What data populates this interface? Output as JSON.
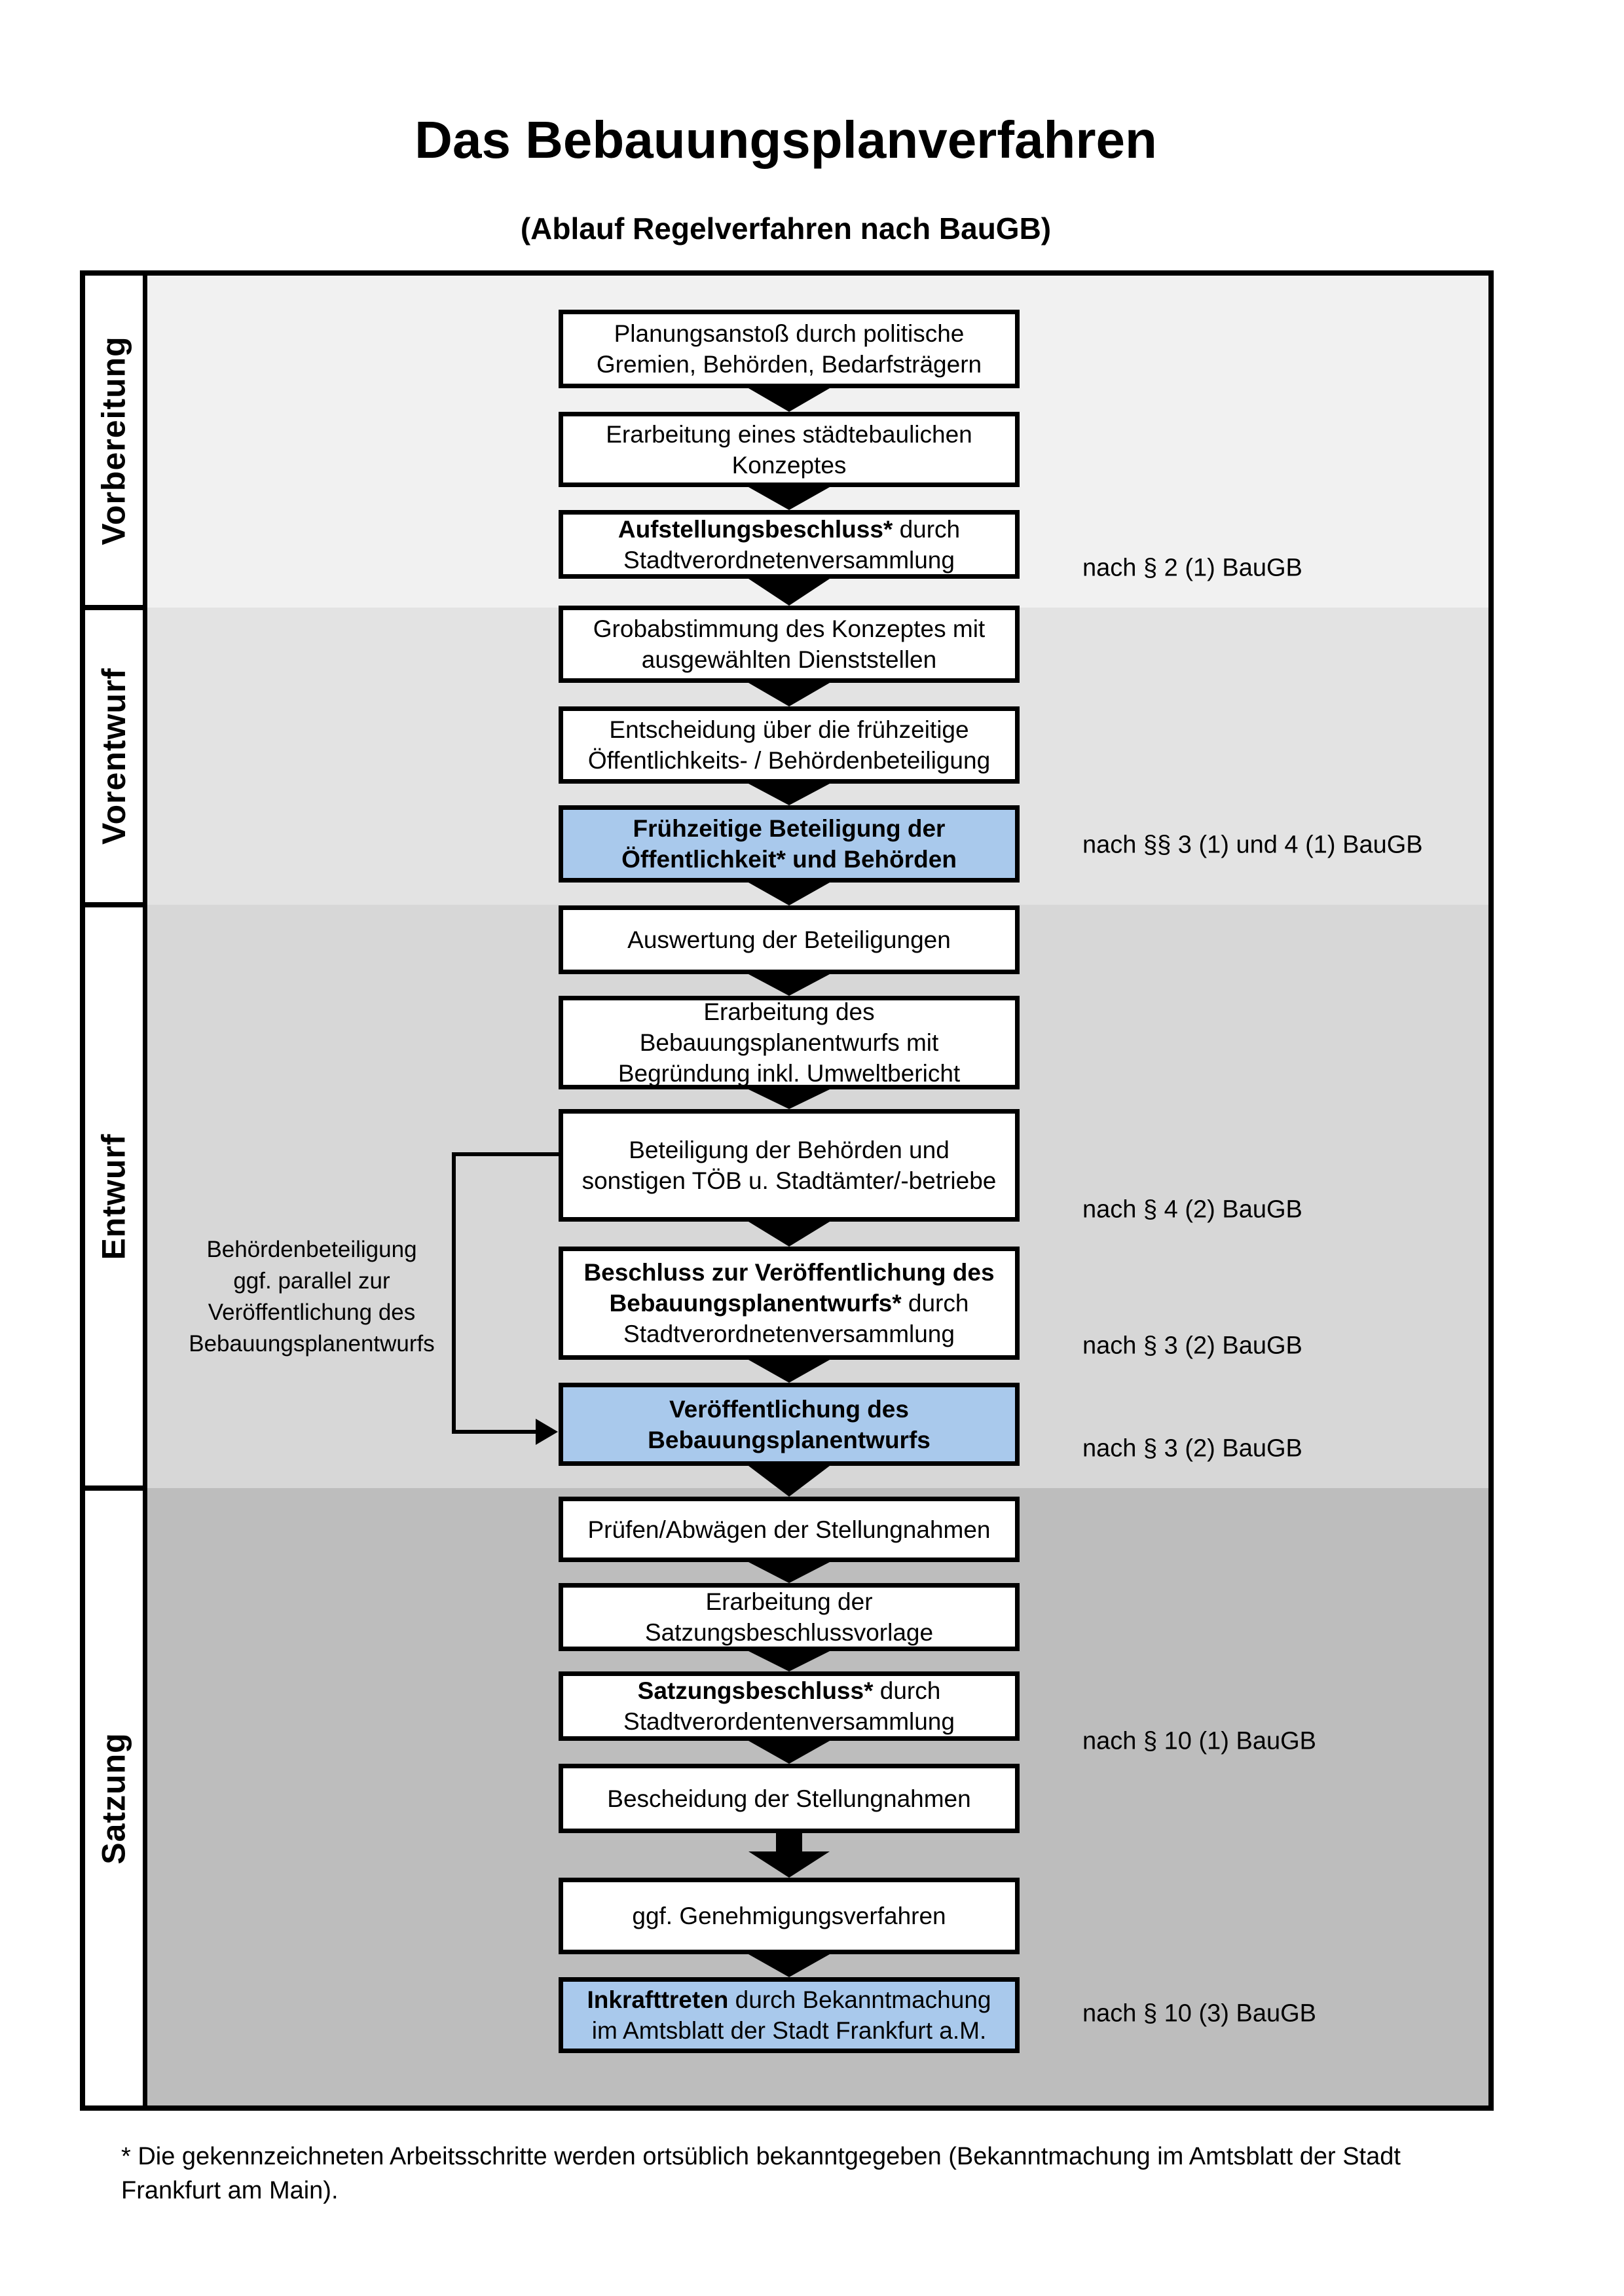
{
  "title": "Das Bebauungsplanverfahren",
  "subtitle": "(Ablauf Regelverfahren nach BauGB)",
  "colors": {
    "highlight_blue": "#a9c9ec",
    "band_vorbereitung": "#f1f1f1",
    "band_vorentwurf": "#e3e3e3",
    "band_entwurf": "#d7d7d7",
    "band_satzung": "#bdbdbd",
    "line_black": "#000000"
  },
  "phases": [
    {
      "label": "Vorbereitung"
    },
    {
      "label": "Vorentwurf"
    },
    {
      "label": "Entwurf"
    },
    {
      "label": "Satzung"
    }
  ],
  "steps": [
    {
      "lines": [
        [
          {
            "t": "Planungsanstoß durch politische",
            "b": false
          }
        ],
        [
          {
            "t": "Gremien, Behörden, Bedarfsträgern",
            "b": false
          }
        ]
      ],
      "highlight": false,
      "annotation": null
    },
    {
      "lines": [
        [
          {
            "t": "Erarbeitung eines städtebaulichen",
            "b": false
          }
        ],
        [
          {
            "t": "Konzeptes",
            "b": false
          }
        ]
      ],
      "highlight": false,
      "annotation": null
    },
    {
      "lines": [
        [
          {
            "t": "Aufstellungsbeschluss*",
            "b": true
          },
          {
            "t": " durch",
            "b": false
          }
        ],
        [
          {
            "t": "Stadtverordnetenversammlung",
            "b": false
          }
        ]
      ],
      "highlight": false,
      "annotation": "nach § 2 (1) BauGB"
    },
    {
      "lines": [
        [
          {
            "t": "Grobabstimmung des Konzeptes mit",
            "b": false
          }
        ],
        [
          {
            "t": "ausgewählten Dienststellen",
            "b": false
          }
        ]
      ],
      "highlight": false,
      "annotation": null
    },
    {
      "lines": [
        [
          {
            "t": "Entscheidung über die frühzeitige",
            "b": false
          }
        ],
        [
          {
            "t": "Öffentlichkeits- / Behördenbeteiligung",
            "b": false
          }
        ]
      ],
      "highlight": false,
      "annotation": null
    },
    {
      "lines": [
        [
          {
            "t": "Frühzeitige Beteiligung der",
            "b": true
          }
        ],
        [
          {
            "t": "Öffentlichkeit* und Behörden",
            "b": true
          }
        ]
      ],
      "highlight": true,
      "annotation": "nach §§ 3 (1) und 4 (1) BauGB"
    },
    {
      "lines": [
        [
          {
            "t": "Auswertung der Beteiligungen",
            "b": false
          }
        ]
      ],
      "highlight": false,
      "annotation": null
    },
    {
      "lines": [
        [
          {
            "t": "Erarbeitung des",
            "b": false
          }
        ],
        [
          {
            "t": "Bebauungsplanentwurfs mit",
            "b": false
          }
        ],
        [
          {
            "t": "Begründung inkl. Umweltbericht",
            "b": false
          }
        ]
      ],
      "highlight": false,
      "annotation": null
    },
    {
      "lines": [
        [
          {
            "t": "Beteiligung der Behörden und",
            "b": false
          }
        ],
        [
          {
            "t": "sonstigen TÖB u. Stadtämter/-betriebe",
            "b": false
          }
        ]
      ],
      "highlight": false,
      "annotation": "nach § 4 (2) BauGB"
    },
    {
      "lines": [
        [
          {
            "t": "Beschluss zur Veröffentlichung des",
            "b": true
          }
        ],
        [
          {
            "t": "Bebauungsplanentwurfs*",
            "b": true
          },
          {
            "t": " durch",
            "b": false
          }
        ],
        [
          {
            "t": "Stadtverordnetenversammlung",
            "b": false
          }
        ]
      ],
      "highlight": false,
      "annotation": "nach § 3 (2) BauGB"
    },
    {
      "lines": [
        [
          {
            "t": "Veröffentlichung des",
            "b": true
          }
        ],
        [
          {
            "t": "Bebauungsplanentwurfs",
            "b": true
          }
        ]
      ],
      "highlight": true,
      "annotation": "nach § 3 (2) BauGB"
    },
    {
      "lines": [
        [
          {
            "t": "Prüfen/Abwägen der Stellungnahmen",
            "b": false
          }
        ]
      ],
      "highlight": false,
      "annotation": null
    },
    {
      "lines": [
        [
          {
            "t": "Erarbeitung der",
            "b": false
          }
        ],
        [
          {
            "t": "Satzungsbeschlussvorlage",
            "b": false
          }
        ]
      ],
      "highlight": false,
      "annotation": null
    },
    {
      "lines": [
        [
          {
            "t": "Satzungsbeschluss*",
            "b": true
          },
          {
            "t": " durch",
            "b": false
          }
        ],
        [
          {
            "t": "Stadtverordentenversammlung",
            "b": false
          }
        ]
      ],
      "highlight": false,
      "annotation": "nach § 10 (1) BauGB"
    },
    {
      "lines": [
        [
          {
            "t": "Bescheidung der Stellungnahmen",
            "b": false
          }
        ]
      ],
      "highlight": false,
      "annotation": null
    },
    {
      "lines": [
        [
          {
            "t": "ggf. Genehmigungsverfahren",
            "b": false
          }
        ]
      ],
      "highlight": false,
      "annotation": null
    },
    {
      "lines": [
        [
          {
            "t": "Inkrafttreten",
            "b": true
          },
          {
            "t": " durch Bekanntmachung",
            "b": false
          }
        ],
        [
          {
            "t": "im Amtsblatt der Stadt Frankfurt a.M.",
            "b": false
          }
        ]
      ],
      "highlight": true,
      "annotation": "nach § 10 (3) BauGB"
    }
  ],
  "side_note": {
    "lines": [
      "Behördenbeteiligung",
      "ggf. parallel zur",
      "Veröffentlichung des",
      "Bebauungsplanentwurfs"
    ]
  },
  "footnote": {
    "lines": [
      "* Die gekennzeichneten Arbeitsschritte werden ortsüblich bekanntgegeben (Bekanntmachung im Amtsblatt  der Stadt",
      "Frankfurt am Main)."
    ]
  }
}
